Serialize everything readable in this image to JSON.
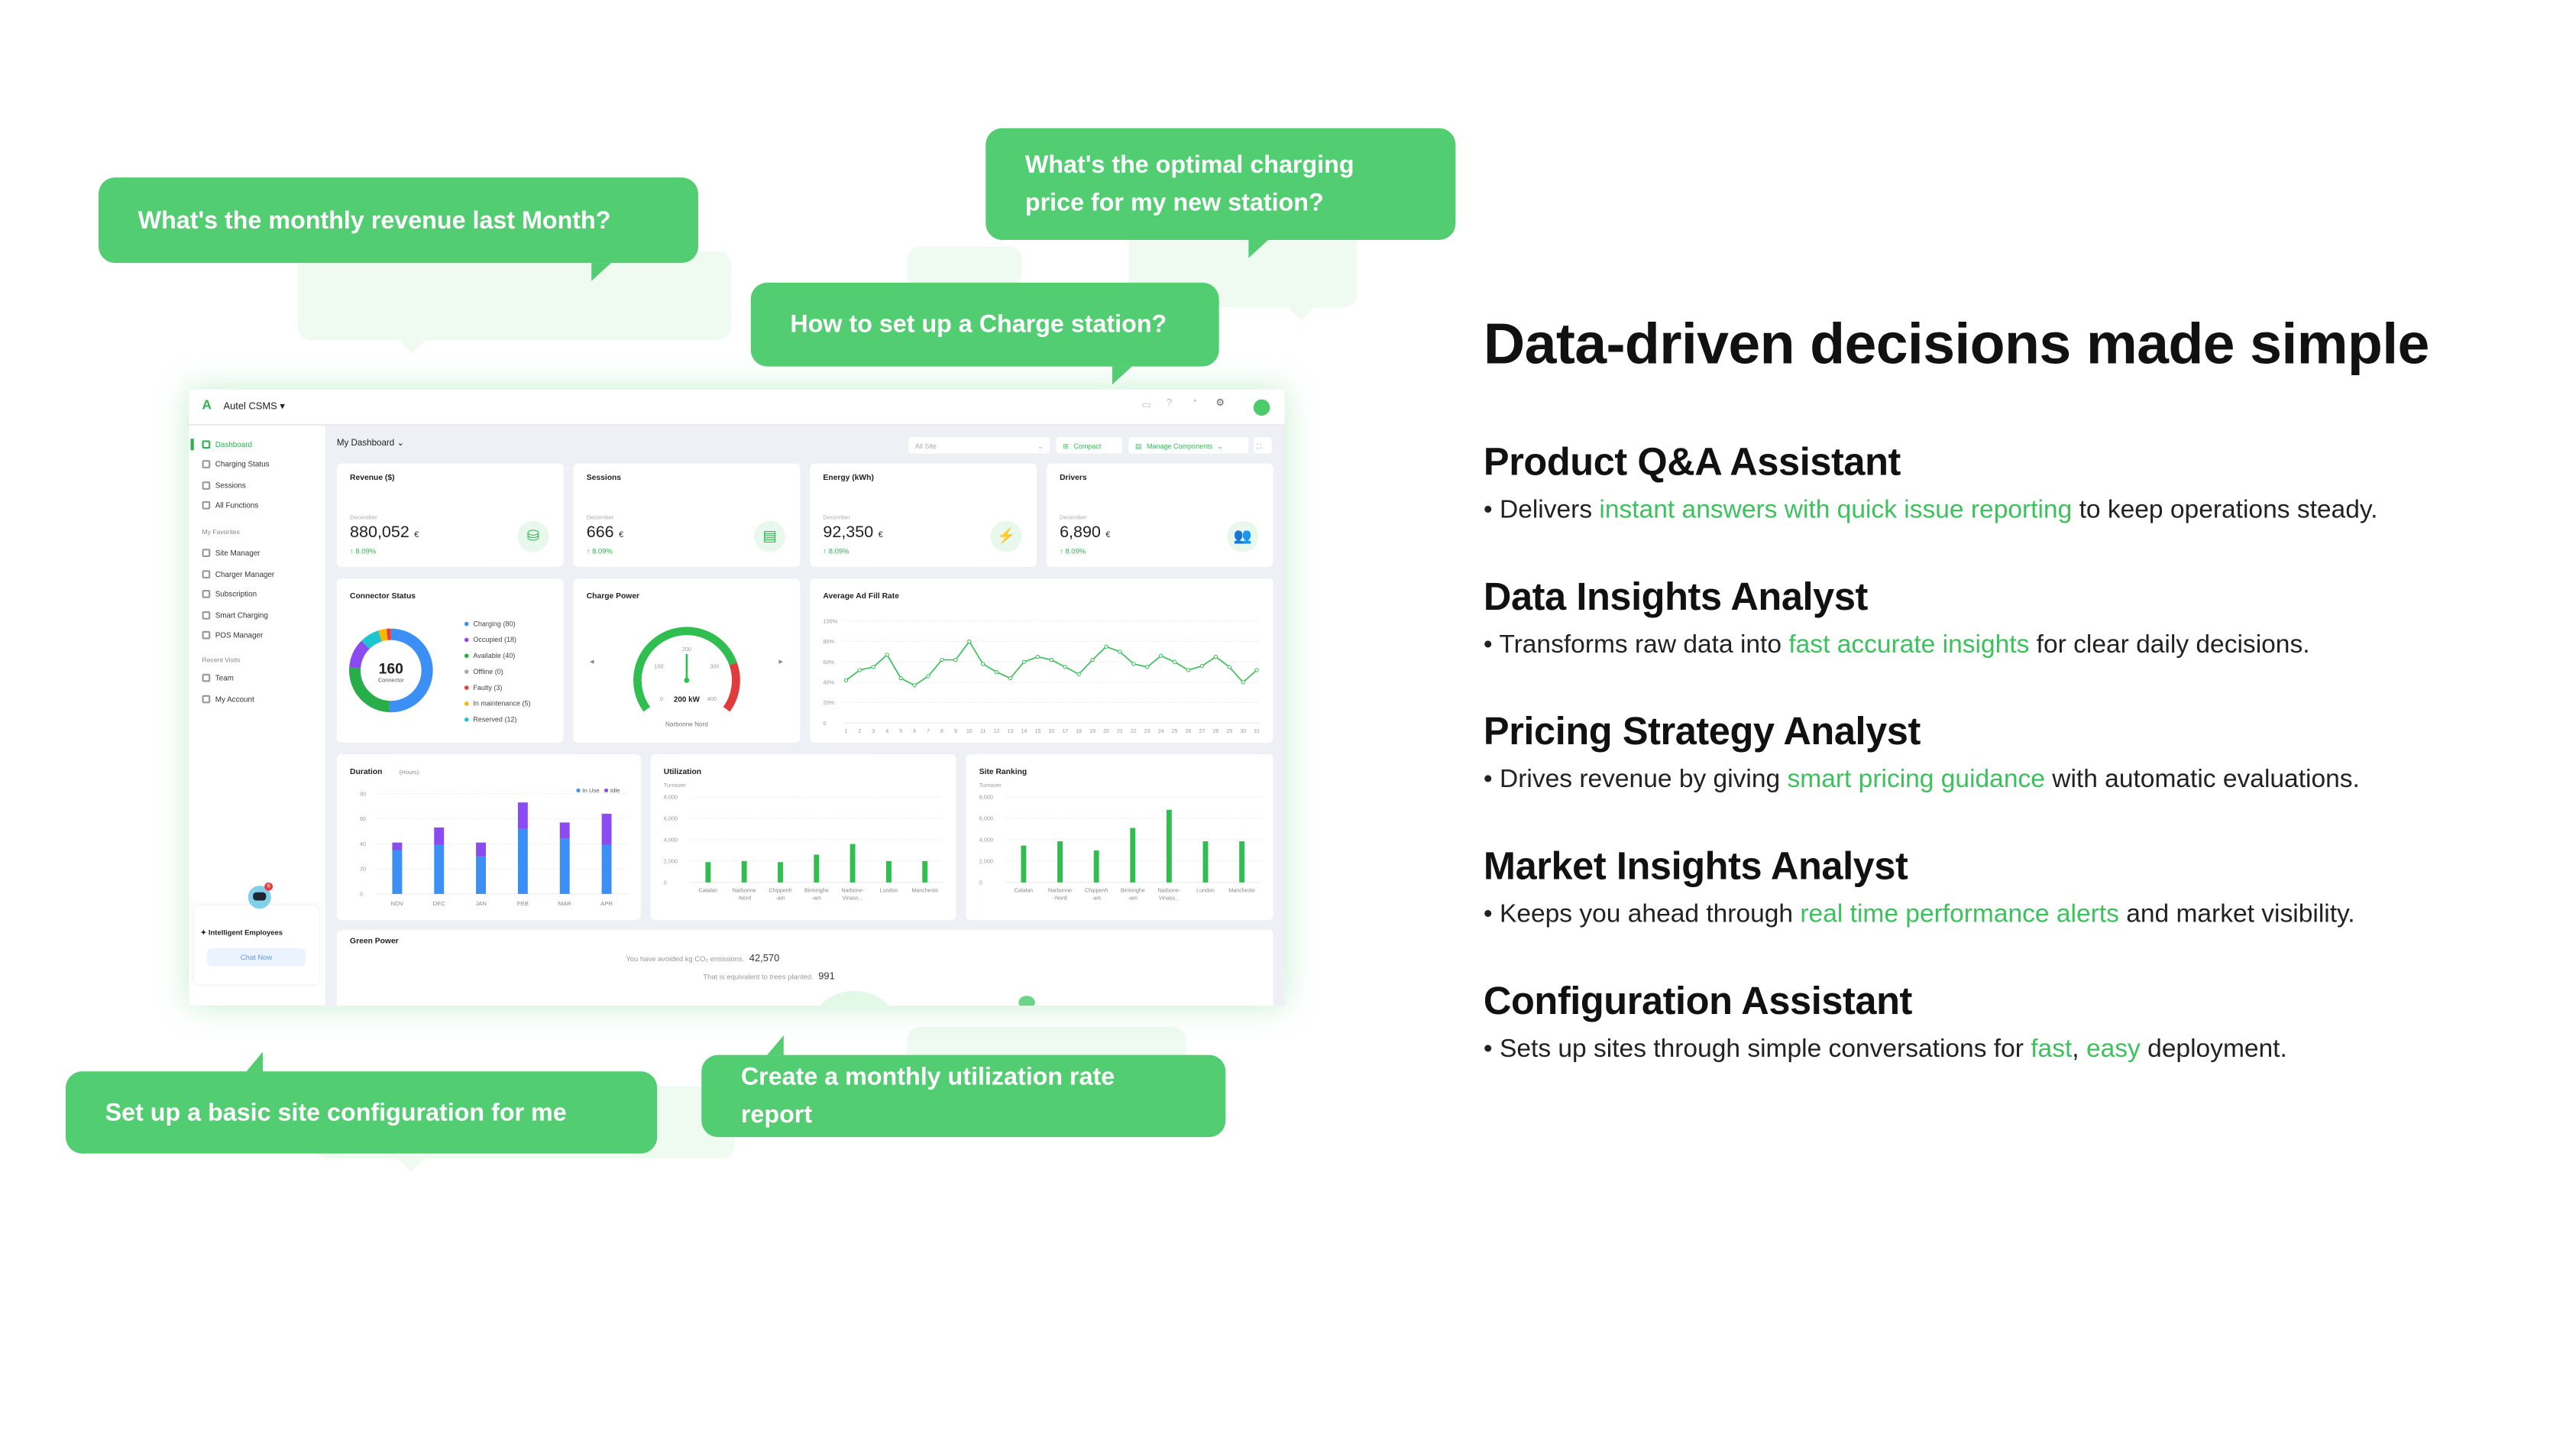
{
  "app": {
    "name": "Autel CSMS",
    "page_selector": "My Dashboard"
  },
  "sidebar": {
    "items": [
      {
        "label": "Dashboard",
        "active": true
      },
      {
        "label": "Charging Status"
      },
      {
        "label": "Sessions"
      },
      {
        "label": "All Functions"
      }
    ],
    "favorites_header": "My Favorites",
    "favorites": [
      {
        "label": "Site Manager"
      },
      {
        "label": "Charger Manager"
      },
      {
        "label": "Subscription"
      },
      {
        "label": "Smart Charging"
      },
      {
        "label": "POS Manager"
      }
    ],
    "recent_header": "Recent Visits",
    "recent": [
      {
        "label": "Team"
      },
      {
        "label": "My Account"
      }
    ],
    "assistant": {
      "title": "Intelligent Employees",
      "button": "Chat Now",
      "badge": "6"
    }
  },
  "toolbar": {
    "site_select": "All Site",
    "compact": "Compact",
    "manage": "Manage Components"
  },
  "kpis": [
    {
      "title": "Revenue ($)",
      "period": "December",
      "value": "880,052",
      "unit": "€",
      "change": "8.09%"
    },
    {
      "title": "Sessions",
      "period": "December",
      "value": "666",
      "unit": "€",
      "change": "8.09%"
    },
    {
      "title": "Energy (kWh)",
      "period": "December",
      "value": "92,350",
      "unit": "€",
      "change": "8.09%"
    },
    {
      "title": "Drivers",
      "period": "December",
      "value": "6,890",
      "unit": "€",
      "change": "8.09%"
    }
  ],
  "green_power": {
    "title": "Green Power",
    "co2_label": "You have avoided kg CO₂ emissions.",
    "co2_value": "42,570",
    "trees_label": "That is equivalent to trees planted.",
    "trees_value": "991"
  },
  "chart_data": [
    {
      "type": "pie",
      "title": "Connector Status",
      "center_value": "160",
      "center_label": "Connector",
      "slices": [
        {
          "name": "Charging",
          "value": 80,
          "color": "#3b8ff5"
        },
        {
          "name": "Occupied",
          "value": 18,
          "color": "#8a4cf0"
        },
        {
          "name": "Available",
          "value": 40,
          "color": "#27ae48"
        },
        {
          "name": "Offline",
          "value": 0,
          "color": "#aaaaaa"
        },
        {
          "name": "Faulty",
          "value": 3,
          "color": "#e83c3c"
        },
        {
          "name": "In maintenance",
          "value": 5,
          "color": "#f5b800"
        },
        {
          "name": "Reserved",
          "value": 12,
          "color": "#1cc6d0"
        }
      ]
    },
    {
      "type": "gauge",
      "title": "Charge Power",
      "min": 0,
      "max": 400,
      "ticks": [
        "0",
        "100",
        "200",
        "300",
        "400"
      ],
      "value": 200,
      "value_label": "200 kW",
      "site": "Narbonne Nord"
    },
    {
      "type": "line",
      "title": "Average Ad Fill Rate",
      "ylim": [
        0,
        100
      ],
      "yticks": [
        "0",
        "20%",
        "40%",
        "60%",
        "80%",
        "100%"
      ],
      "x": [
        "1",
        "2",
        "3",
        "4",
        "5",
        "6",
        "7",
        "8",
        "9",
        "10",
        "11",
        "12",
        "13",
        "14",
        "15",
        "16",
        "17",
        "18",
        "19",
        "20",
        "21",
        "22",
        "23",
        "24",
        "25",
        "26",
        "27",
        "28",
        "29",
        "30",
        "31"
      ],
      "values": [
        42,
        52,
        55,
        67,
        44,
        37,
        46,
        62,
        62,
        80,
        58,
        50,
        44,
        60,
        65,
        62,
        55,
        48,
        62,
        75,
        70,
        58,
        55,
        66,
        60,
        52,
        56,
        65,
        55,
        40,
        52
      ]
    },
    {
      "type": "bar",
      "title": "Duration",
      "subtitle": "(Hours)",
      "categories": [
        "NOV",
        "DEC",
        "JAN",
        "FEB",
        "MAR",
        "APR"
      ],
      "ylim": [
        0,
        80
      ],
      "yticks": [
        "0",
        "20",
        "40",
        "60",
        "80"
      ],
      "series": [
        {
          "name": "In Use",
          "color": "#3b8ff5",
          "values": [
            35,
            39,
            30,
            52,
            44,
            39
          ]
        },
        {
          "name": "Idle",
          "color": "#8a4cf0",
          "values": [
            6,
            14,
            11,
            21,
            13,
            25
          ]
        }
      ]
    },
    {
      "type": "bar",
      "title": "Utilization",
      "ylabel": "Turnover",
      "ylim": [
        0,
        8000
      ],
      "yticks": [
        "0",
        "2,000",
        "4,000",
        "6,000",
        "8,000"
      ],
      "categories": [
        [
          "Catalan",
          ""
        ],
        [
          "Narbonne",
          "-Nord"
        ],
        [
          "Chippenh",
          "-am"
        ],
        [
          "Birminghe",
          "-am"
        ],
        [
          "Narbone-",
          "Vinass..."
        ],
        [
          "Lundon",
          ""
        ],
        [
          "Mancheste",
          ""
        ]
      ],
      "values": [
        1900,
        2000,
        1900,
        2600,
        3600,
        2000,
        2000
      ]
    },
    {
      "type": "bar",
      "title": "Site Ranking",
      "ylabel": "Turnover",
      "ylim": [
        0,
        8000
      ],
      "yticks": [
        "0",
        "2,000",
        "4,000",
        "6,000",
        "8,000"
      ],
      "categories": [
        [
          "Catalan",
          ""
        ],
        [
          "Narbonne",
          "-Nord"
        ],
        [
          "Chippenh",
          "-am"
        ],
        [
          "Birminghe",
          "-am"
        ],
        [
          "Narbone-",
          "Vinass..."
        ],
        [
          "Lundon",
          ""
        ],
        [
          "Mancheste",
          ""
        ]
      ],
      "values": [
        3450,
        3850,
        3000,
        5100,
        6800,
        3850,
        3850
      ]
    }
  ],
  "bubbles": [
    "How to set up a Charge station?",
    "What's the monthly revenue last Month?",
    "What's the optimal charging price for my new station?",
    "Create a monthly utilization rate report",
    "Set up a basic site configuration for me"
  ],
  "right": {
    "title": "Data-driven decisions made simple",
    "features": [
      {
        "heading": "Product Q&A Assistant",
        "desc": [
          {
            "t": "Delivers "
          },
          {
            "t": "instant answers with quick issue reporting",
            "hl": true
          },
          {
            "t": " to keep operations steady."
          }
        ]
      },
      {
        "heading": "Data Insights Analyst",
        "desc": [
          {
            "t": "Transforms raw data into "
          },
          {
            "t": "fast accurate insights",
            "hl": true
          },
          {
            "t": " for clear daily decisions."
          }
        ]
      },
      {
        "heading": "Pricing Strategy Analyst",
        "desc": [
          {
            "t": "Drives revenue by giving "
          },
          {
            "t": "smart pricing guidance",
            "hl": true
          },
          {
            "t": " with automatic evaluations."
          }
        ]
      },
      {
        "heading": "Market Insights Analyst",
        "desc": [
          {
            "t": "Keeps you ahead through "
          },
          {
            "t": "real time performance alerts",
            "hl": true
          },
          {
            "t": " and market visibility."
          }
        ]
      },
      {
        "heading": "Configuration Assistant",
        "desc": [
          {
            "t": "Sets up sites through simple conversations for "
          },
          {
            "t": "fast",
            "hl": true
          },
          {
            "t": ", "
          },
          {
            "t": "easy",
            "hl": true
          },
          {
            "t": " deployment."
          }
        ]
      }
    ]
  },
  "colors": {
    "brand": "#4ccb6c",
    "highlight": "#3cc25c"
  }
}
